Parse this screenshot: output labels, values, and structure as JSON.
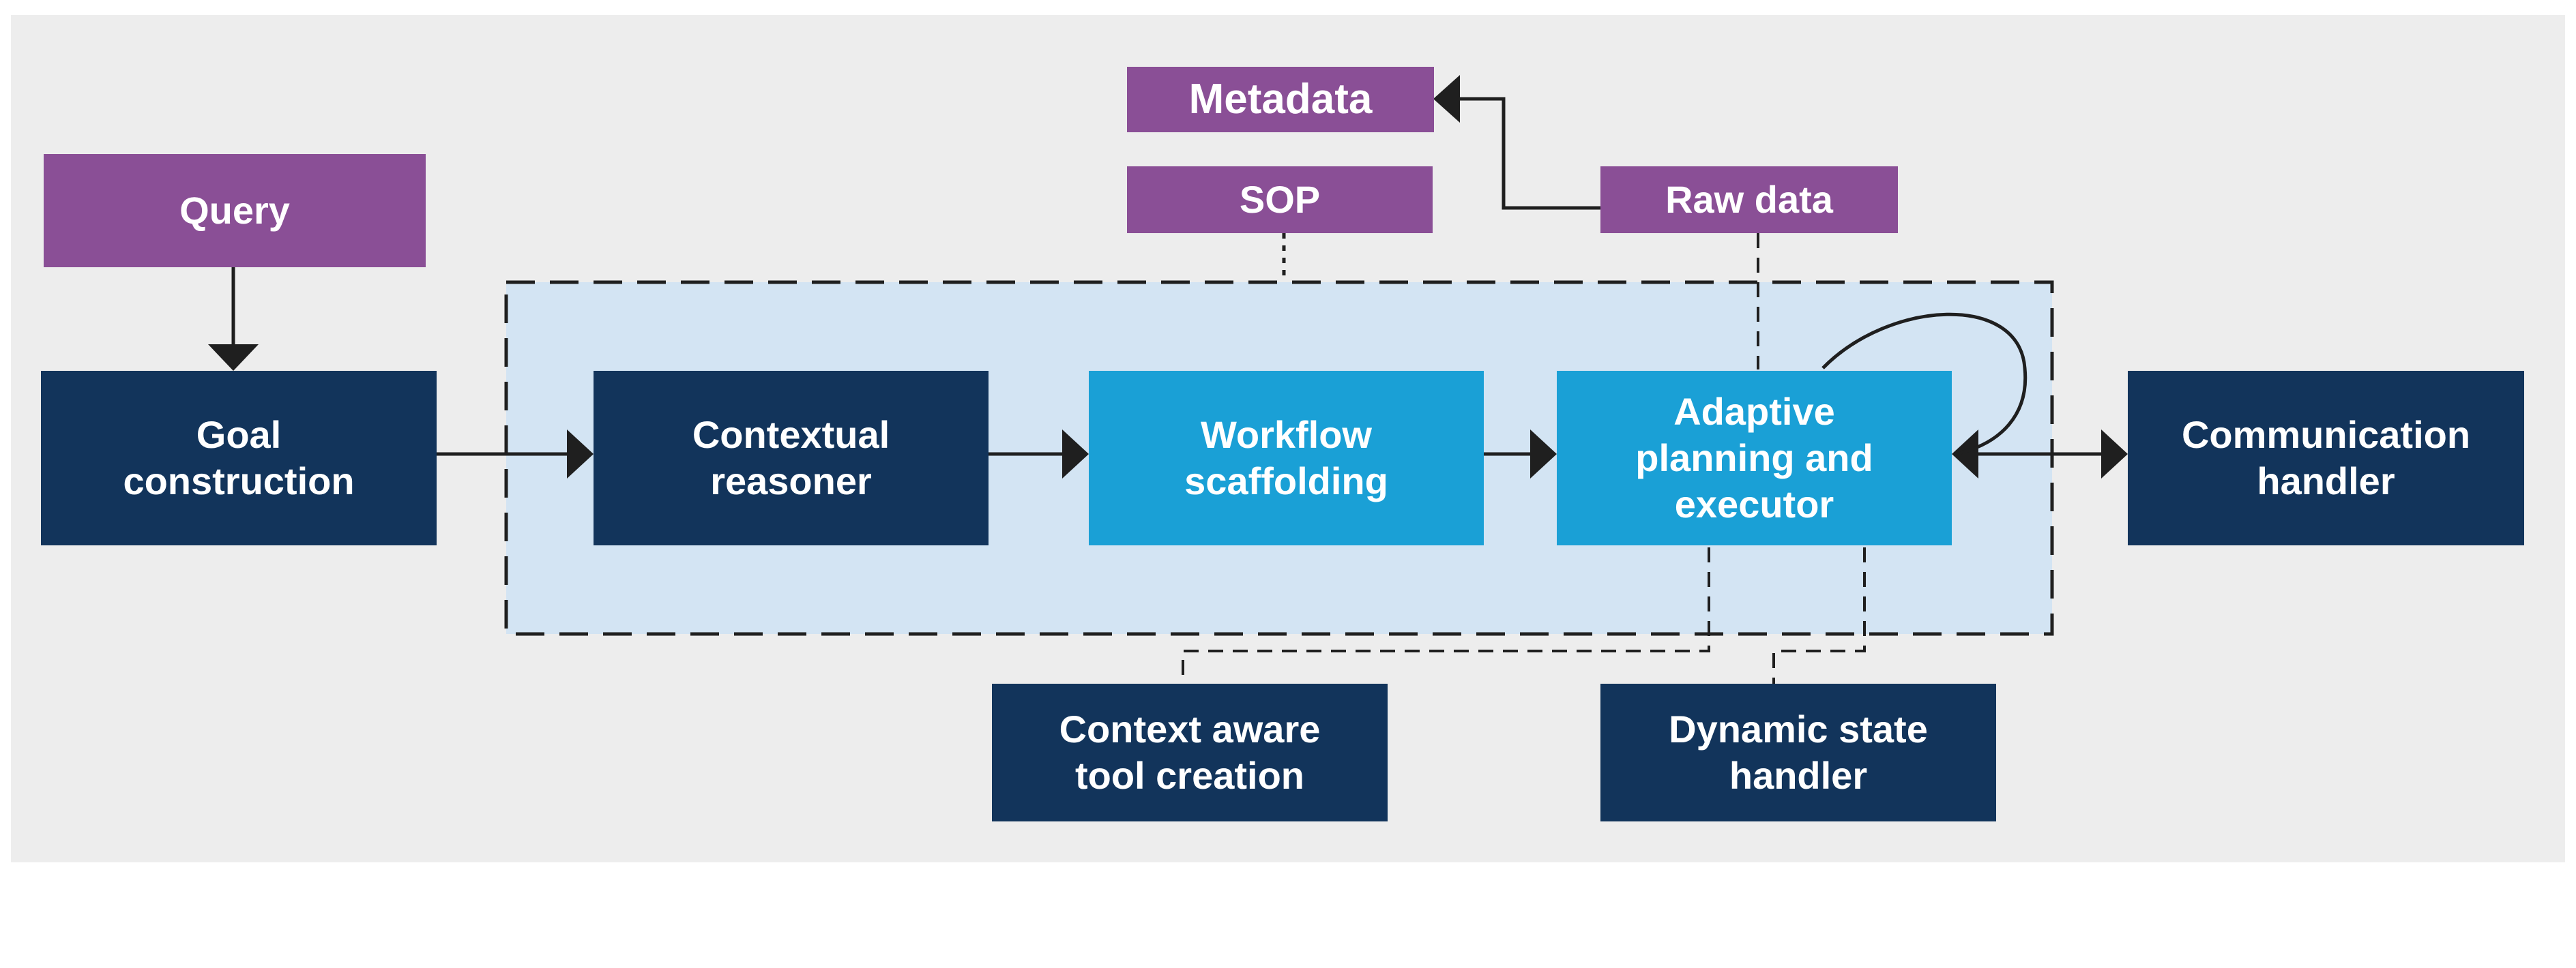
{
  "nodes": {
    "metadata": "Metadata",
    "query": "Query",
    "sop": "SOP",
    "raw_data": "Raw data",
    "goal_construction": "Goal\nconstruction",
    "contextual_reasoner": "Contextual\nreasoner",
    "workflow_scaffolding": "Workflow\nscaffolding",
    "adaptive_planning": "Adaptive\nplanning and\nexecutor",
    "communication_handler": "Communication\nhandler",
    "context_aware_tool_creation": "Context aware\ntool creation",
    "dynamic_state_handler": "Dynamic state\nhandler"
  },
  "colors": {
    "background_panel": "#ededed",
    "input_purple": "#8a4f96",
    "module_navy": "#12345b",
    "module_blue": "#1aa0d6",
    "group_area": "#d3e4f3",
    "connector": "#1f1f1f"
  }
}
